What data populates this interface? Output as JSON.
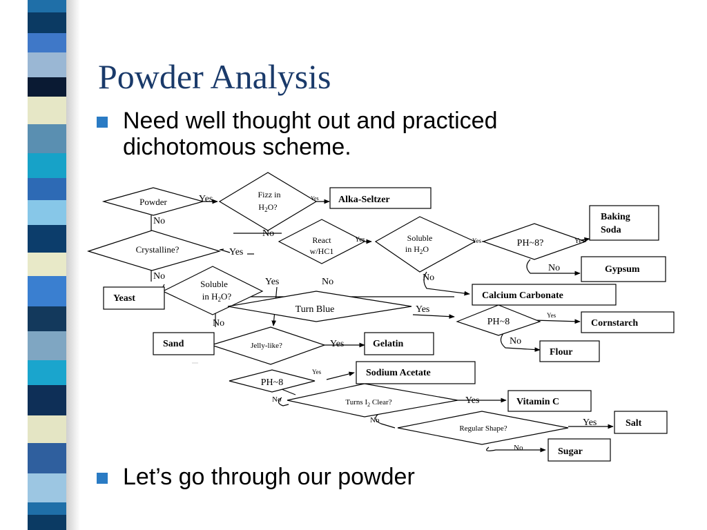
{
  "slide": {
    "title": "Powder Analysis",
    "bullets": [
      {
        "line1": "Need well thought out and practiced",
        "line2": "dichotomous scheme."
      },
      {
        "line1": "Let’s go through our powder"
      }
    ]
  },
  "colors": {
    "title": "#1a3a6a",
    "bullet_square": "#2a7bc4",
    "stripe": [
      "#1f6fa8",
      "#0b3a63",
      "#3f78c8",
      "#9ab7d4",
      "#0a1a33",
      "#e6e7c6",
      "#5a8fb1",
      "#17a2c8",
      "#2d6ab5",
      "#87c7e8",
      "#0c3d6b",
      "#e8e9c8",
      "#3a7fd0",
      "#13395c",
      "#7fa6c2",
      "#1aa5cd",
      "#0e2f57",
      "#e4e5c4",
      "#2f5f9e",
      "#9cc6e2"
    ]
  },
  "flowchart": {
    "decisions": {
      "powder": "Powder",
      "fizz_l1": "Fizz in",
      "fizz_l2a": "H",
      "fizz_l2sub": "2",
      "fizz_l2b": "O?",
      "react_l1": "React",
      "react_l2": "w/HC1",
      "soluble1_l1": "Soluble",
      "soluble1_l2a": "in H",
      "soluble1_l2sub": "2",
      "soluble1_l2b": "O",
      "ph8q": "PH~8?",
      "crystalline": "Crystalline?",
      "soluble2_l1": "Soluble",
      "soluble2_l2a": "in H",
      "soluble2_l2sub": "2",
      "soluble2_l2b": "O?",
      "turn_blue": "Turn Blue",
      "ph8_mid": "PH~8",
      "jelly": "Jelly-like?",
      "ph8_low": "PH~8",
      "turns_clear_a": "Turns I",
      "turns_clear_sub": "2",
      "turns_clear_b": " Clear?",
      "regular_shape": "Regular Shape?"
    },
    "results": {
      "alka": "Alka-Seltzer",
      "baking_l1": "Baking",
      "baking_l2": "Soda",
      "gypsum": "Gypsum",
      "calcium": "Calcium Carbonate",
      "cornstarch": "Cornstarch",
      "flour": "Flour",
      "yeast": "Yeast",
      "sand": "Sand",
      "gelatin": "Gelatin",
      "sodium_acetate": "Sodium Acetate",
      "vitamin_c": "Vitamin C",
      "salt": "Salt",
      "sugar": "Sugar"
    },
    "labels": {
      "yes": "Yes",
      "no": "No"
    }
  }
}
